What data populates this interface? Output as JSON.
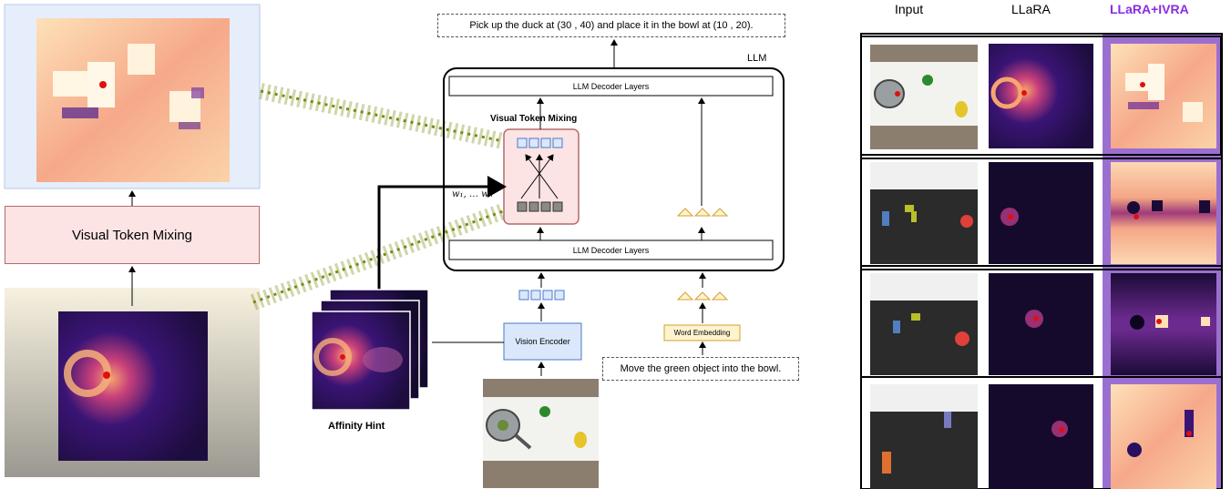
{
  "left_panel": {
    "middle_box_label": "Visual Token Mixing"
  },
  "center": {
    "instruction_top": "Pick up the duck at (30 , 40) and place it in the bowl at (10 , 20).",
    "llm_label": "LLM",
    "decoder_top_label": "LLM Decoder Layers",
    "decoder_bottom_label": "LLM Decoder Layers",
    "mixing_title": "Visual Token Mixing",
    "weights_label": "w₁, … wₙ",
    "vision_encoder_label": "Vision Encoder",
    "word_embedding_label": "Word Embedding",
    "instruction_bottom": "Move the green object into the bowl.",
    "affinity_label": "Affinity Hint"
  },
  "grid": {
    "columns": [
      "Input",
      "LLaRA",
      "LLaRA+IVRA"
    ],
    "highlight_color": "#8a2be2",
    "rows": 4
  },
  "colors": {
    "mixing_box_fill": "#fce4e4",
    "mixing_box_border": "#b36b6b",
    "vision_encoder_fill": "#dbe8fb",
    "word_embedding_fill": "#fdf3cf",
    "top_panel_bg": "#e6eefb",
    "dotted_line_color": "#7a8a10",
    "ivra_frame": "#9b6fd0"
  }
}
